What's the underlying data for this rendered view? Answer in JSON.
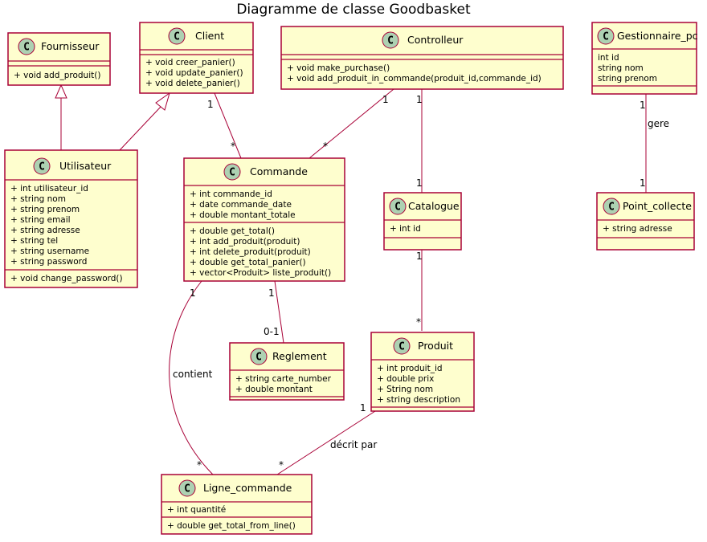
{
  "title": "Diagramme de classe Goodbasket",
  "classes": {
    "fournisseur": {
      "name": "Fournisseur",
      "members": [
        "+ void add_produit()"
      ]
    },
    "client": {
      "name": "Client",
      "members": [
        "+ void creer_panier()",
        "+ void update_panier()",
        "+ void delete_panier()"
      ]
    },
    "controlleur": {
      "name": "Controlleur",
      "members": [
        "+ void make_purchase()",
        "+ void add_produit_in_commande(produit_id,commande_id)"
      ]
    },
    "gestionnaire": {
      "name": "Gestionnaire_pc",
      "members": [
        "int id",
        "string nom",
        "string prenom"
      ]
    },
    "utilisateur": {
      "name": "Utilisateur",
      "attributes": [
        "+ int utilisateur_id",
        "+ string nom",
        "+ string prenom",
        "+ string email",
        "+ string adresse",
        "+ string tel",
        "+ string username",
        "+ string password"
      ],
      "methods": [
        "+ void change_password()"
      ]
    },
    "commande": {
      "name": "Commande",
      "attributes": [
        "+ int commande_id",
        "+ date commande_date",
        "+ double montant_totale"
      ],
      "methods": [
        "+ double get_total()",
        "+ int add_produit(produit)",
        "+ int delete_produit(produit)",
        "+ double get_total_panier()",
        "+ vector<Produit> liste_produit()"
      ]
    },
    "catalogue": {
      "name": "Catalogue",
      "attributes": [
        "+ int id"
      ]
    },
    "point_collecte": {
      "name": "Point_collecte",
      "attributes": [
        "+ string adresse"
      ]
    },
    "reglement": {
      "name": "Reglement",
      "attributes": [
        "+ string carte_number",
        "+ double montant"
      ]
    },
    "produit": {
      "name": "Produit",
      "attributes": [
        "+ int produit_id",
        "+ double prix",
        "+ String nom",
        "+ string description"
      ]
    },
    "ligne_commande": {
      "name": "Ligne_commande",
      "attributes": [
        "+ int quantité"
      ],
      "methods": [
        "+ double get_total_from_line()"
      ]
    }
  },
  "relations": [
    {
      "id": "client-commande",
      "from": "Client",
      "to": "Commande",
      "from_mult": "1",
      "to_mult": "*"
    },
    {
      "id": "controlleur-commande",
      "from": "Controlleur",
      "to": "Commande",
      "from_mult": "1",
      "to_mult": "*"
    },
    {
      "id": "controlleur-catalogue",
      "from": "Controlleur",
      "to": "Catalogue",
      "from_mult": "1",
      "to_mult": "1"
    },
    {
      "id": "gestionnaire-point",
      "from": "Gestionnaire_pc",
      "to": "Point_collecte",
      "from_mult": "1",
      "to_mult": "1",
      "label": "gere"
    },
    {
      "id": "catalogue-produit",
      "from": "Catalogue",
      "to": "Produit",
      "from_mult": "1",
      "to_mult": "*"
    },
    {
      "id": "commande-reglement",
      "from": "Commande",
      "to": "Reglement",
      "from_mult": "1",
      "to_mult": "0-1"
    },
    {
      "id": "commande-ligne",
      "from": "Commande",
      "to": "Ligne_commande",
      "from_mult": "1",
      "to_mult": "*",
      "label": "contient"
    },
    {
      "id": "produit-ligne",
      "from": "Produit",
      "to": "Ligne_commande",
      "from_mult": "1",
      "to_mult": "*",
      "label": "décrit par"
    }
  ],
  "inheritance": [
    {
      "child": "Utilisateur",
      "parent": "Fournisseur"
    },
    {
      "child": "Utilisateur",
      "parent": "Client"
    }
  ]
}
